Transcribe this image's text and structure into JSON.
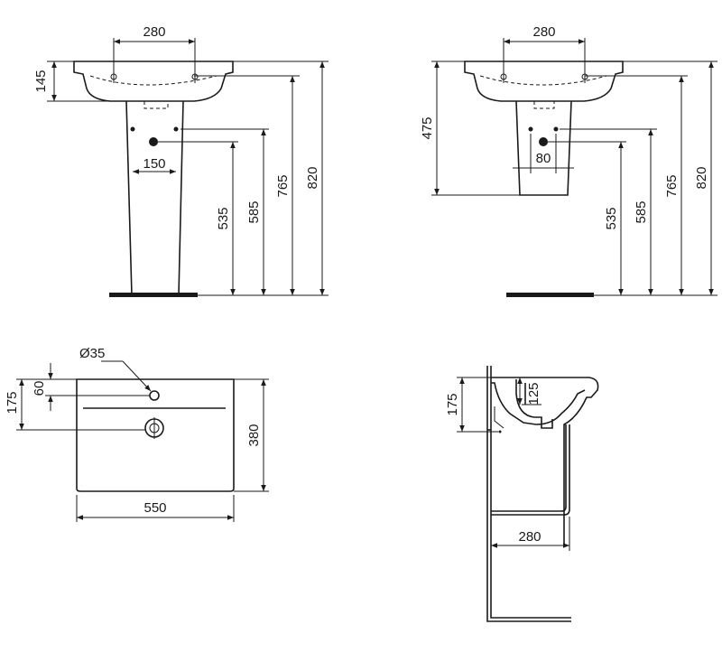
{
  "views": {
    "front_pedestal": {
      "tap_spacing": "280",
      "rim_depth": "145",
      "pedestal_width": "150",
      "waste_height": "535",
      "supply_height": "585",
      "basin_rim_height": "765",
      "total_height": "820"
    },
    "front_semi_pedestal": {
      "tap_spacing": "280",
      "semi_pedestal_height": "475",
      "waste_spacing": "80",
      "waste_height": "535",
      "supply_height": "585",
      "basin_rim_height": "765",
      "total_height": "820"
    },
    "plan": {
      "tap_hole_diameter": "Ø35",
      "tap_hole_offset": "60",
      "drain_offset": "175",
      "depth": "380",
      "width": "550"
    },
    "side_section": {
      "bowl_depth": "125",
      "rim_to_drain": "175",
      "wall_projection": "280"
    }
  },
  "colors": {
    "line": "#1a1a1a",
    "background": "#ffffff"
  }
}
